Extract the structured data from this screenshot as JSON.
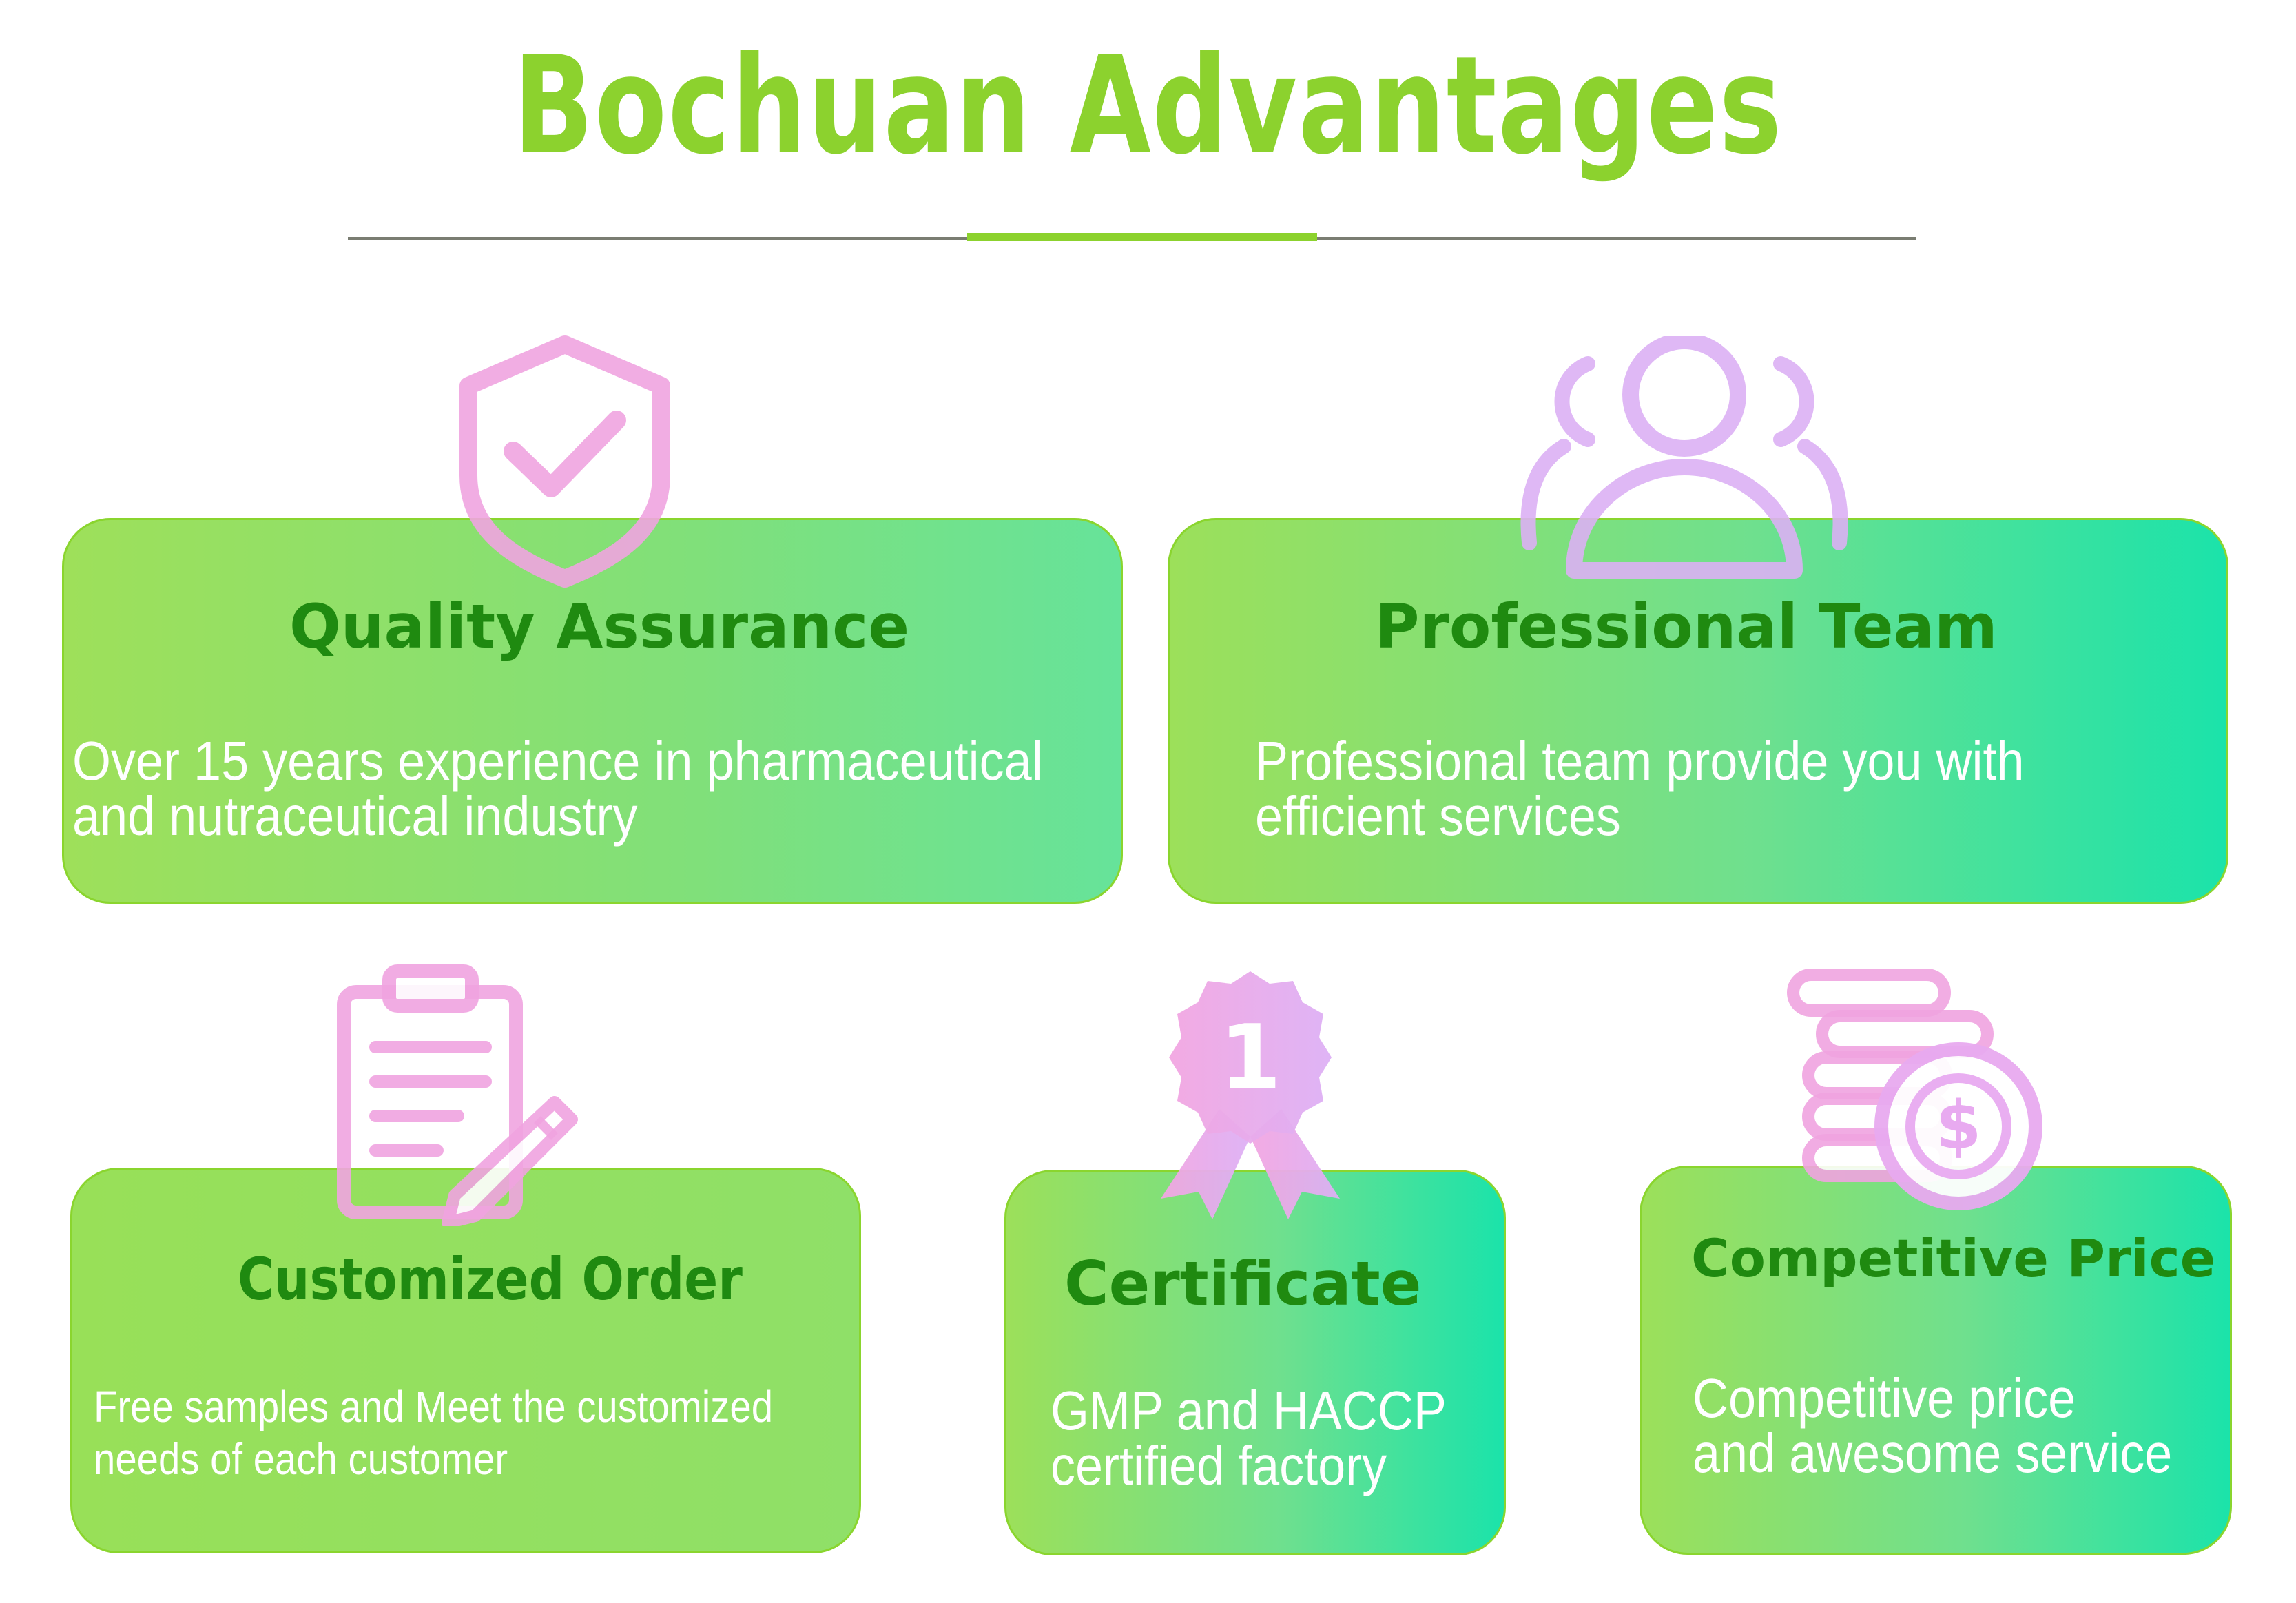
{
  "title": "Bochuan Advantages",
  "colors": {
    "accent_green": "#8cd22e",
    "title_green": "#1f8a10",
    "icon_pink": "#f2a6e1",
    "icon_lavender": "#ddb0f5"
  },
  "cards": {
    "quality": {
      "title": "Quality Assurance",
      "desc": "Over 15 years experience in pharmaceutical\nand nutraceutical industry",
      "icon": "shield-check-icon"
    },
    "team": {
      "title": "Professional Team",
      "desc": "Professional team provide you with\nefficient services",
      "icon": "team-icon"
    },
    "custom": {
      "title": "Customized Order",
      "desc": "Free samples and Meet the customized\nneeds of each customer",
      "icon": "clipboard-pencil-icon"
    },
    "certificate": {
      "title": "Certificate",
      "desc": "GMP and HACCP\ncertified factory",
      "icon": "award-badge-icon",
      "badge_number": "1"
    },
    "price": {
      "title": "Competitive Price",
      "desc": "Competitive price\nand awesome service",
      "icon": "coins-dollar-icon"
    }
  }
}
